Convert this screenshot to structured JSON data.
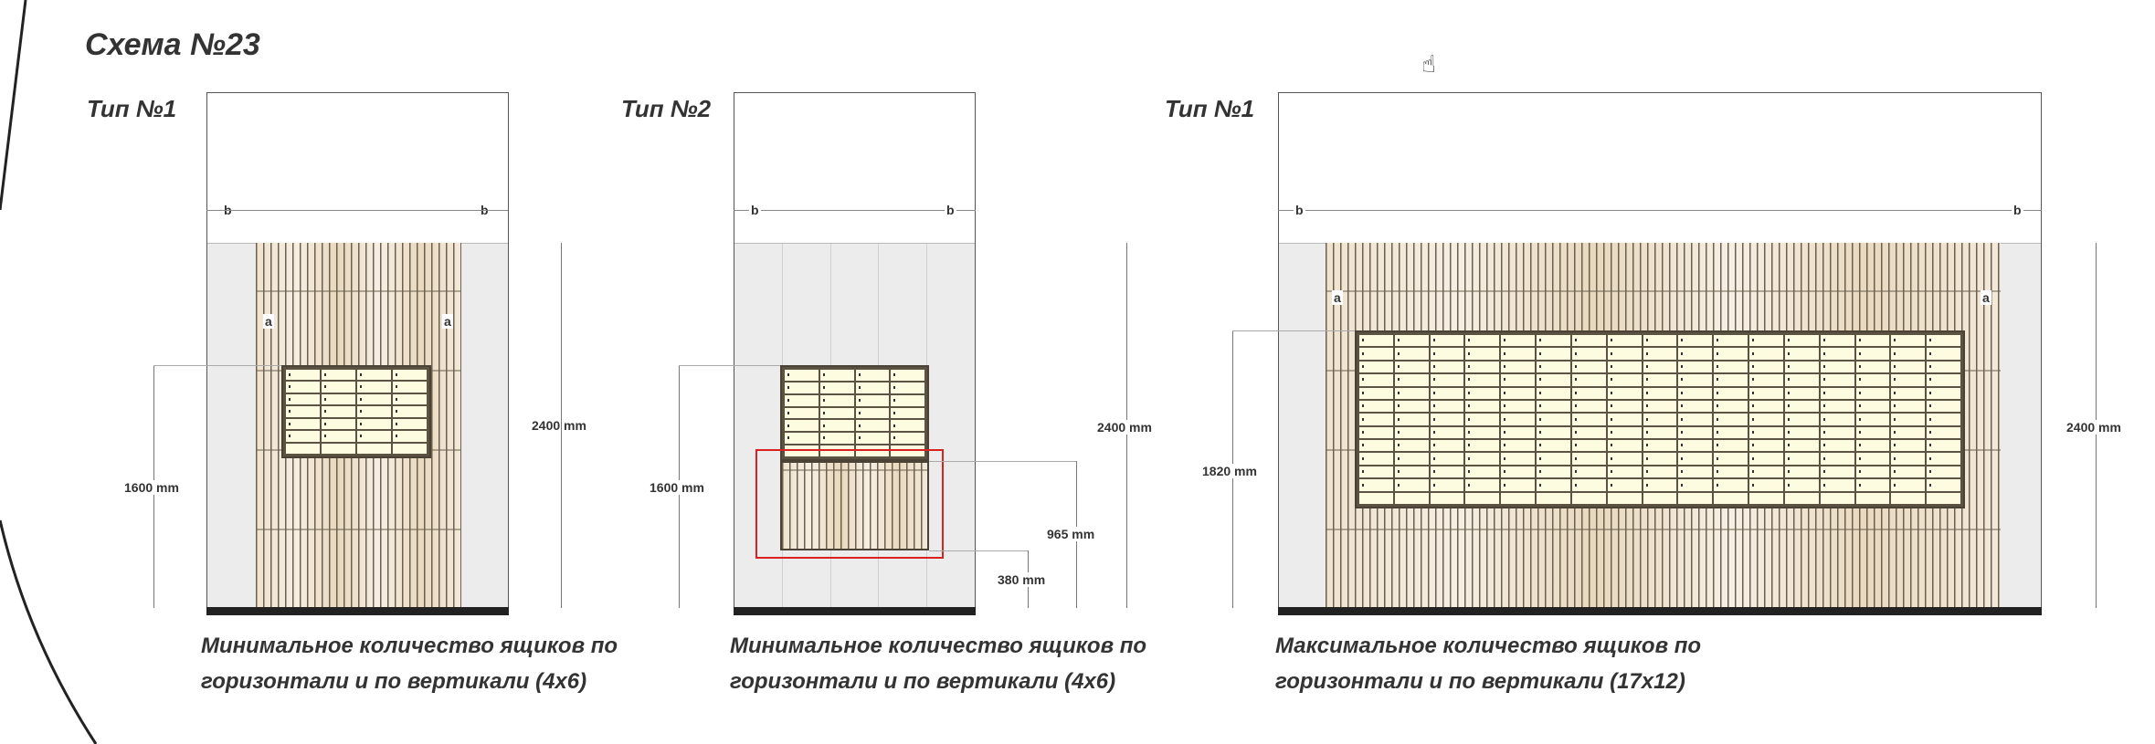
{
  "title": "Схема №23",
  "cursor_icon": "hand-cursor-icon",
  "accent_color": "#d9221f",
  "schemes": [
    {
      "type_label": "Тип №1",
      "dim_b": "b",
      "dim_a": "a",
      "height_total": "2400 mm",
      "mount_height": "1600 mm",
      "mailbox": {
        "columns": 4,
        "rows": 6
      },
      "caption_line1": "Минимальное количество ящиков по",
      "caption_line2": "горизонтали и по вертикали (4x6)"
    },
    {
      "type_label": "Тип №2",
      "dim_b": "b",
      "height_total": "2400 mm",
      "mount_height": "1600 mm",
      "lower_height": "965 mm",
      "floor_gap": "380 mm",
      "mailbox": {
        "columns": 4,
        "rows": 6
      },
      "caption_line1": "Минимальное количество ящиков по",
      "caption_line2": "горизонтали и по вертикали (4x6)"
    },
    {
      "type_label": "Тип №1",
      "dim_b": "b",
      "dim_a": "a",
      "height_total": "2400 mm",
      "mount_height": "1820 mm",
      "mailbox": {
        "columns": 17,
        "rows": 12
      },
      "caption_line1": "Максимальное количество ящиков по",
      "caption_line2": "горизонтали и по вертикали (17x12)"
    }
  ]
}
